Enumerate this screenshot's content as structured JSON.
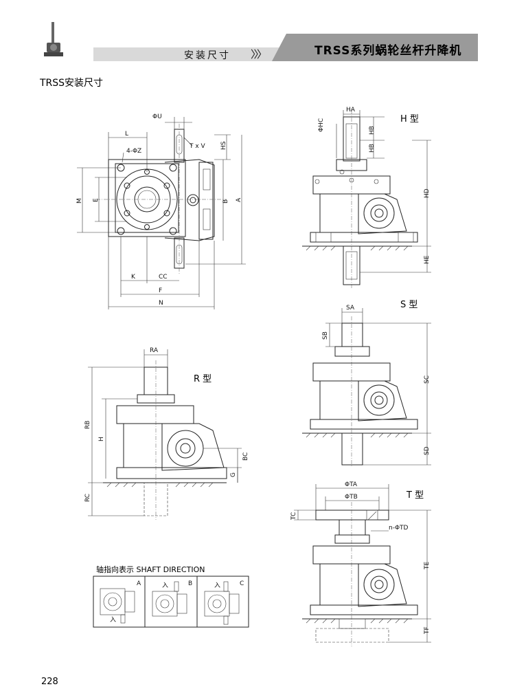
{
  "header": {
    "title": "TRSS系列蜗轮丝杆升降机",
    "subtitle": "安装尺寸",
    "arrows": "〉〉〉"
  },
  "section_title": "TRSS安装尺寸",
  "page_number": "228",
  "top_view": {
    "labels": [
      "ΦU",
      "T x V",
      "HS",
      "L",
      "4-ΦZ",
      "M",
      "E",
      "B",
      "A",
      "K",
      "CC",
      "F",
      "N"
    ]
  },
  "h_type": {
    "title": "H 型",
    "labels": [
      "HA",
      "ΦHC",
      "HB",
      "HB",
      "HD",
      "HE"
    ]
  },
  "s_type": {
    "title": "S 型",
    "labels": [
      "SA",
      "SB",
      "SC",
      "SD"
    ]
  },
  "r_type": {
    "title": "R 型",
    "labels": [
      "RA",
      "RB",
      "H",
      "BC",
      "G",
      "RC"
    ]
  },
  "t_type": {
    "title": "T 型",
    "labels": [
      "ΦTA",
      "ΦTB",
      "TC",
      "n-ΦTD",
      "TE",
      "TF"
    ]
  },
  "shaft_direction": {
    "title": "轴指向表示 SHAFT DIRECTION",
    "panels": [
      {
        "letter": "A",
        "in_label": "入"
      },
      {
        "letter": "B",
        "in_label": "入"
      },
      {
        "letter": "C",
        "in_label": "入"
      }
    ]
  }
}
